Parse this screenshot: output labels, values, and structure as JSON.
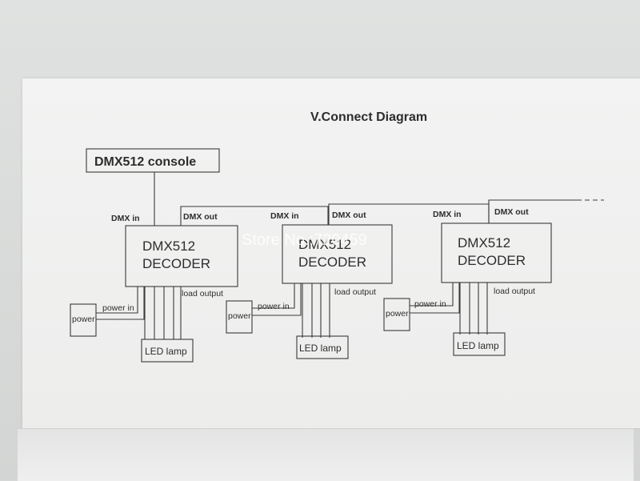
{
  "title": "V.Connect Diagram",
  "console_label": "DMX512 console",
  "watermark": "Store No.:720459",
  "decoders": [
    {
      "line1": "DMX512",
      "line2": "DECODER",
      "dmx_in": "DMX  in",
      "dmx_out": "DMX out",
      "power_in": "power in",
      "load_output": "load output",
      "power": "power",
      "led_lamp": "LED lamp"
    },
    {
      "line1": "DMX512",
      "line2": "DECODER",
      "dmx_in": "DMX  in",
      "dmx_out": "DMX out",
      "power_in": "power in",
      "load_output": "load output",
      "power": "power",
      "led_lamp": "LED lamp"
    },
    {
      "line1": "DMX512",
      "line2": "DECODER",
      "dmx_in": "DMX  in",
      "dmx_out": "DMX out",
      "power_in": "power in",
      "load_output": "load output",
      "power": "power",
      "led_lamp": "LED lamp"
    }
  ],
  "colors": {
    "ink": "#2d2d2d",
    "paper": "#f0f1f0"
  }
}
